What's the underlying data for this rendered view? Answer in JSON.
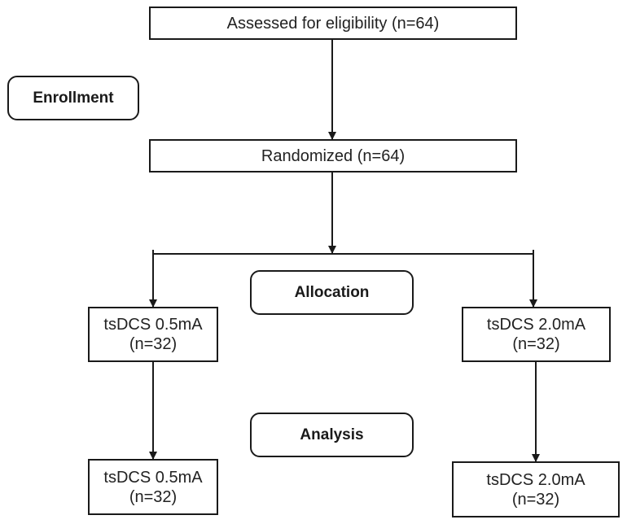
{
  "phases": {
    "enrollment": "Enrollment",
    "allocation": "Allocation",
    "analysis": "Analysis"
  },
  "boxes": {
    "assessed": "Assessed for eligibility (n=64)",
    "randomized": "Randomized (n=64)",
    "allocation_left": {
      "line1": "tsDCS 0.5mA",
      "line2": "(n=32)"
    },
    "allocation_right": {
      "line1": "tsDCS 2.0mA",
      "line2": "(n=32)"
    },
    "analysis_left": {
      "line1": "tsDCS 0.5mA",
      "line2": "(n=32)"
    },
    "analysis_right": {
      "line1": "tsDCS 2.0mA",
      "line2": "(n=32)"
    }
  }
}
